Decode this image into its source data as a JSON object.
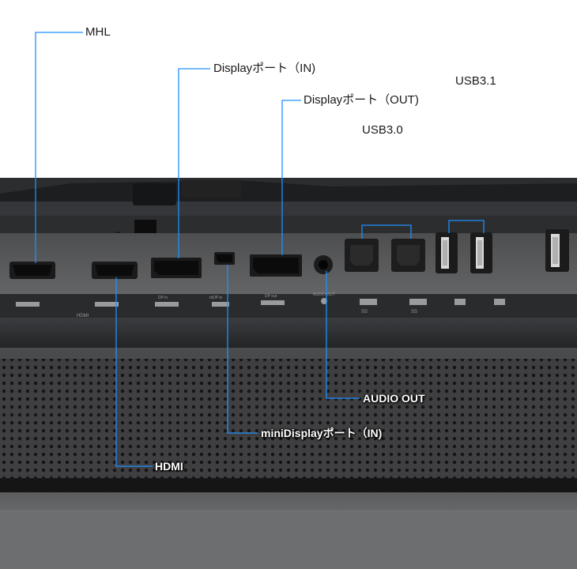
{
  "callouts": {
    "mhl": "MHL",
    "dp_in": "Displayポート（IN)",
    "dp_out": "Displayポート（OUT)",
    "usb31": "USB3.1",
    "usb30": "USB3.0",
    "audio_out": "AUDIO OUT",
    "mini_dp_in": "miniDisplayポート（IN)",
    "hdmi": "HDMI"
  },
  "panel_labels": {
    "hdmi": "HDMI",
    "dp_in": "DP in",
    "mini_dp": "mDP in",
    "dp_out": "DP out",
    "audio_out": "AUDIO OUT",
    "usb_ss": "SS"
  },
  "colors": {
    "callout_line": "#1e90ff",
    "monitor_body": "#2b2d30",
    "panel_grey": "#58595b",
    "port_black": "#0e0e0e"
  }
}
